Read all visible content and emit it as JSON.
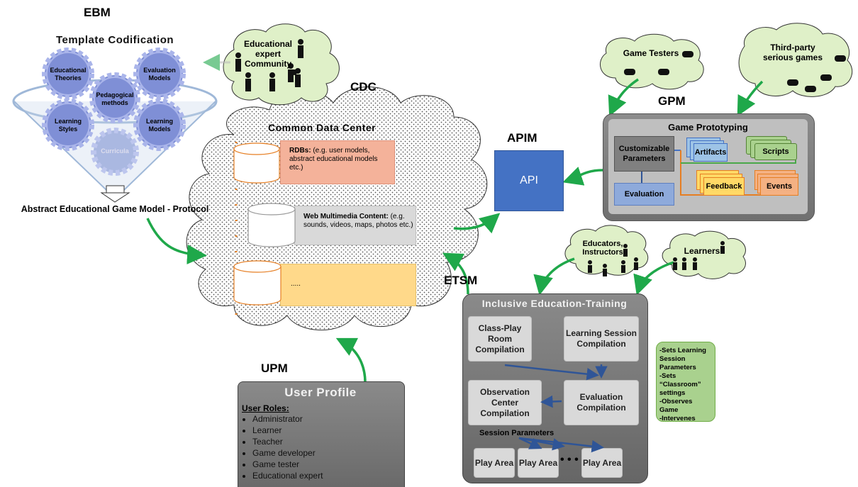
{
  "ebm": {
    "label": "EBM",
    "title": "Template Codification",
    "gears": [
      "Educational Theories",
      "Evaluation Models",
      "Pedagogical methods",
      "Learning Styles",
      "Learning Models",
      "Curricula"
    ],
    "footer": "Abstract  Educational Game Model - Protocol"
  },
  "expert_cloud": {
    "text": "Educational expert Community"
  },
  "cdc": {
    "label": "CDC",
    "title": "Common Data Center",
    "stores": [
      {
        "bold": "RDBs:",
        "rest": " (e.g. user models, abstract educational models etc.)",
        "color": "#f4b29a"
      },
      {
        "bold": "Web Multimedia Content:",
        "rest": " (e.g. sounds, videos, maps, photos etc.)",
        "color": "#d9d9d9"
      },
      {
        "bold": "",
        "rest": ".....",
        "color": "#ffd98a"
      }
    ]
  },
  "apim": {
    "label": "APIM",
    "box": "API",
    "color": "#4472c4"
  },
  "gpm": {
    "label": "GPM",
    "title": "Game Prototyping",
    "customizable": "Customizable Parameters",
    "evaluation": "Evaluation",
    "artifacts": "Artifacts",
    "scripts": "Scripts",
    "feedback": "Feedback",
    "events": "Events"
  },
  "testers_cloud": {
    "text": "Game Testers"
  },
  "thirdparty_cloud": {
    "text": "Third-party serious games"
  },
  "etsm": {
    "label": "ETSM",
    "title": "Inclusive Education-Training",
    "class_play": "Class-Play Room Compilation",
    "learning_session": "Learning Session Compilation",
    "observation": "Observation Center Compilation",
    "evaluation": "Evaluation Compilation",
    "session_params": "Session Parameters",
    "play_area": "Play Area",
    "dots": "• • •"
  },
  "educators_cloud": {
    "text": "Educators, Instructors"
  },
  "learners_cloud": {
    "text": "Learners"
  },
  "notes": [
    "-Sets Learning Session Parameters",
    "-Sets “Classroom” settings",
    "-Observes Game",
    "-Intervenes"
  ],
  "upm": {
    "label": "UPM",
    "title": "User Profile",
    "roles_title": "User Roles:",
    "roles": [
      "Administrator",
      "Learner",
      "Teacher",
      "Game developer",
      "Game tester",
      "Educational expert"
    ]
  },
  "colors": {
    "arrow_green": "#1fa84a",
    "arrow_blue": "#2f5597",
    "panel_gray": "#7f7f7f",
    "cloud_green": "#dff0c8"
  }
}
